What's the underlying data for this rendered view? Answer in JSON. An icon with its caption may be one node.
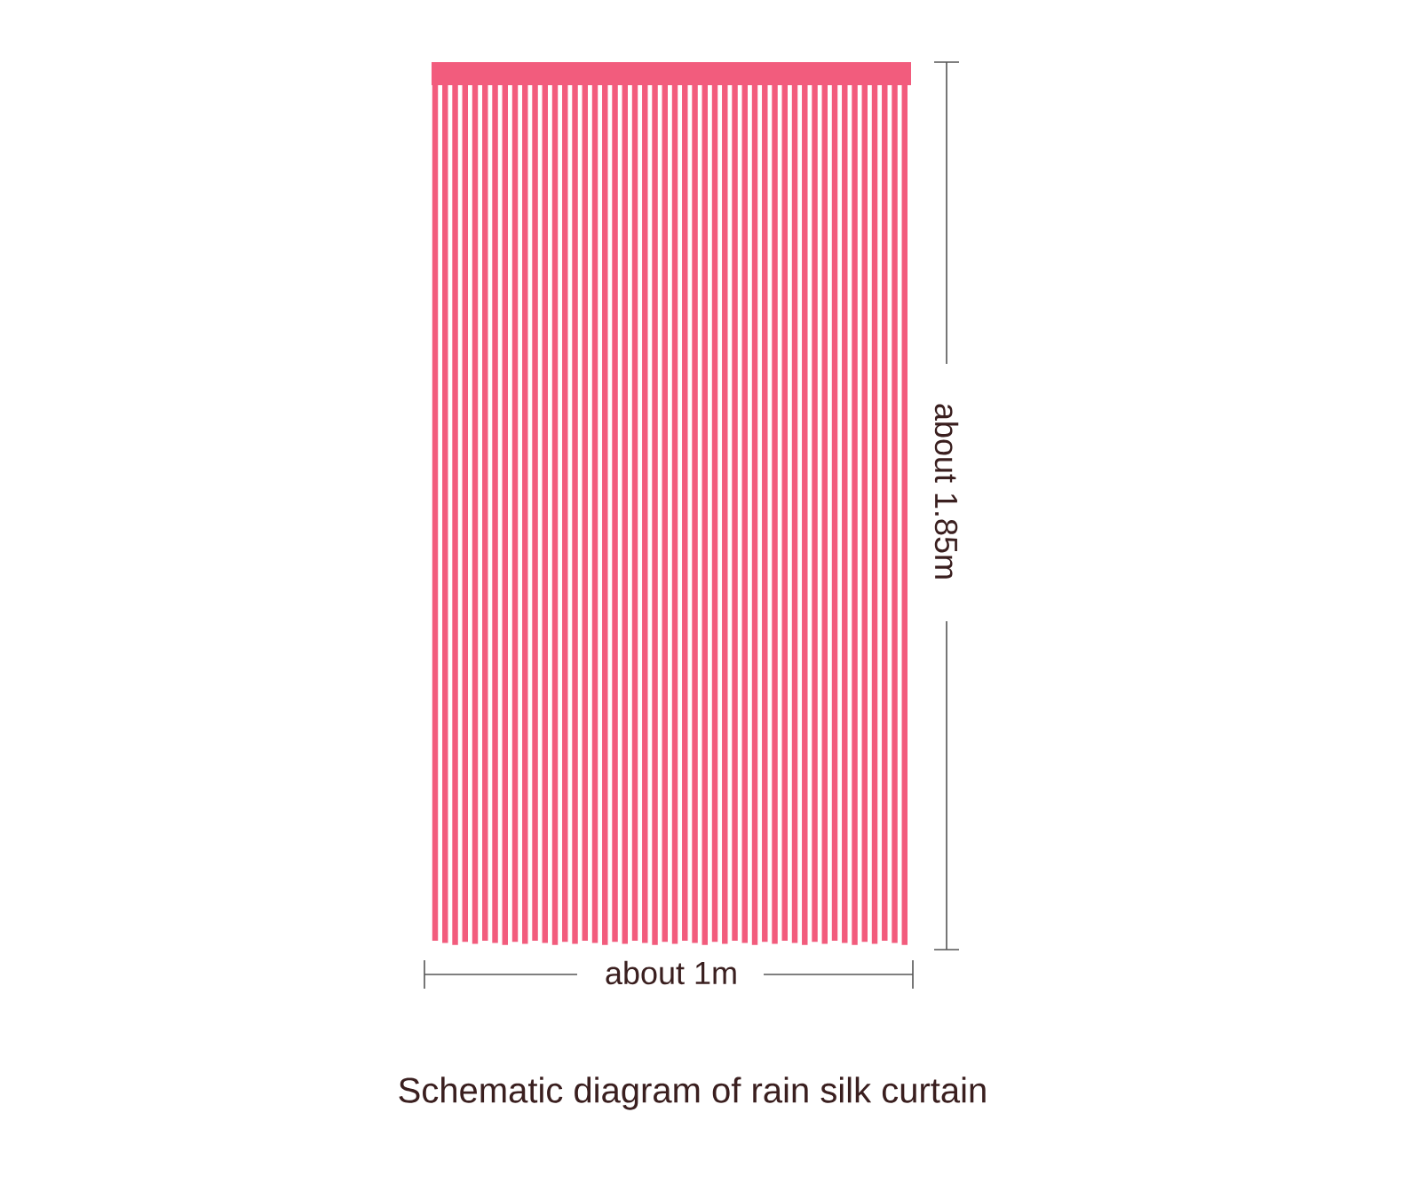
{
  "diagram": {
    "caption": "Schematic diagram of rain silk curtain",
    "labels": [
      "about 1.85m",
      "about 1m"
    ]
  }
}
